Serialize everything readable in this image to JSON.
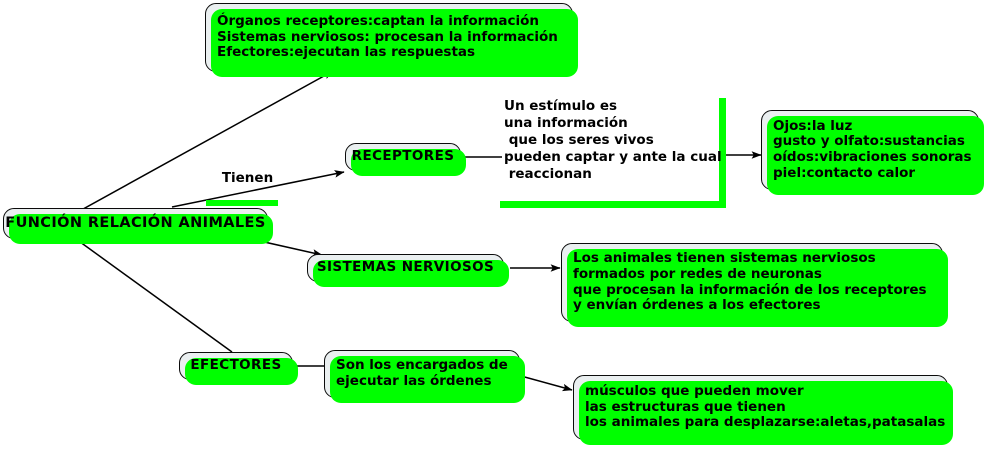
{
  "diagram": {
    "title": "Mapa conceptual: Función de relación en animales",
    "colors": {
      "accent_green": "#00ff00",
      "node_fill": "#eaeff0",
      "node_border": "#0b0b0b",
      "text": "#000000",
      "background": "#ffffff"
    },
    "nodes": {
      "root": {
        "label": "FUNCIÓN RELACIÓN ANIMALES"
      },
      "funciones_list": {
        "line1": "Órganos receptores:captan la información",
        "line2": "Sistemas nerviosos: procesan la información",
        "line3": "Efectores:ejecutan las respuestas"
      },
      "receptores": {
        "label": "RECEPTORES"
      },
      "estimulo": {
        "line1": "Un estímulo es",
        "line2": "una información",
        "line3": " que los seres vivos",
        "line4": "pueden captar y ante la cual",
        "line5": " reaccionan"
      },
      "sentidos": {
        "line1": "Ojos:la luz",
        "line2": "gusto y olfato:sustancias",
        "line3": "oídos:vibraciones sonoras",
        "line4": "piel:contacto calor"
      },
      "sistemas_nerviosos": {
        "label": "SISTEMAS NERVIOSOS"
      },
      "sistemas_detalle": {
        "line1": "Los animales tienen sistemas nerviosos",
        "line2": "formados por redes de neuronas",
        "line3": "que procesan la información de los receptores",
        "line4": "y envían órdenes a los efectores"
      },
      "efectores": {
        "label": "EFECTORES"
      },
      "efectores_detalle": {
        "line1": "Son los encargados de",
        "line2": "ejecutar las órdenes"
      },
      "musculos": {
        "line1": "músculos que pueden mover",
        "line2": "las estructuras que tienen",
        "line3": "los animales para desplazarse:aletas,patasalas"
      }
    },
    "edge_labels": {
      "tienen": "Tienen"
    }
  }
}
